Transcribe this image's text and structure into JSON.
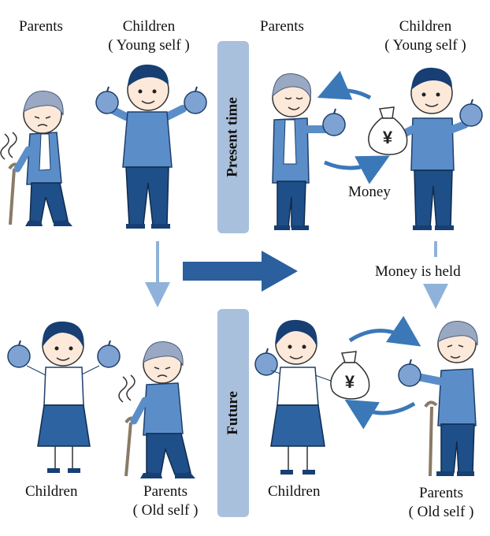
{
  "labels": {
    "parents_tl": "Parents",
    "children_tl": "Children",
    "young_self_tl": "( Young self )",
    "parents_tr": "Parents",
    "children_tr": "Children",
    "young_self_tr": "( Young self )",
    "money": "Money",
    "money_held": "Money is held",
    "children_bl": "Children",
    "parents_bl": "Parents",
    "old_self_bl": "( Old self )",
    "children_br": "Children",
    "parents_br": "Parents",
    "old_self_br": "( Old self )"
  },
  "panels": {
    "present": "Present time",
    "future": "Future"
  },
  "money_symbol": "¥",
  "colors": {
    "shirt": "#5b8ec9",
    "pants": "#1f4f88",
    "skirt": "#2d63a0",
    "hair": "#173f73",
    "gray_hair": "#9aa9c3",
    "apple": "#7ea3d2",
    "arrow": "#3b78b8",
    "panel": "#a9c0dc"
  }
}
